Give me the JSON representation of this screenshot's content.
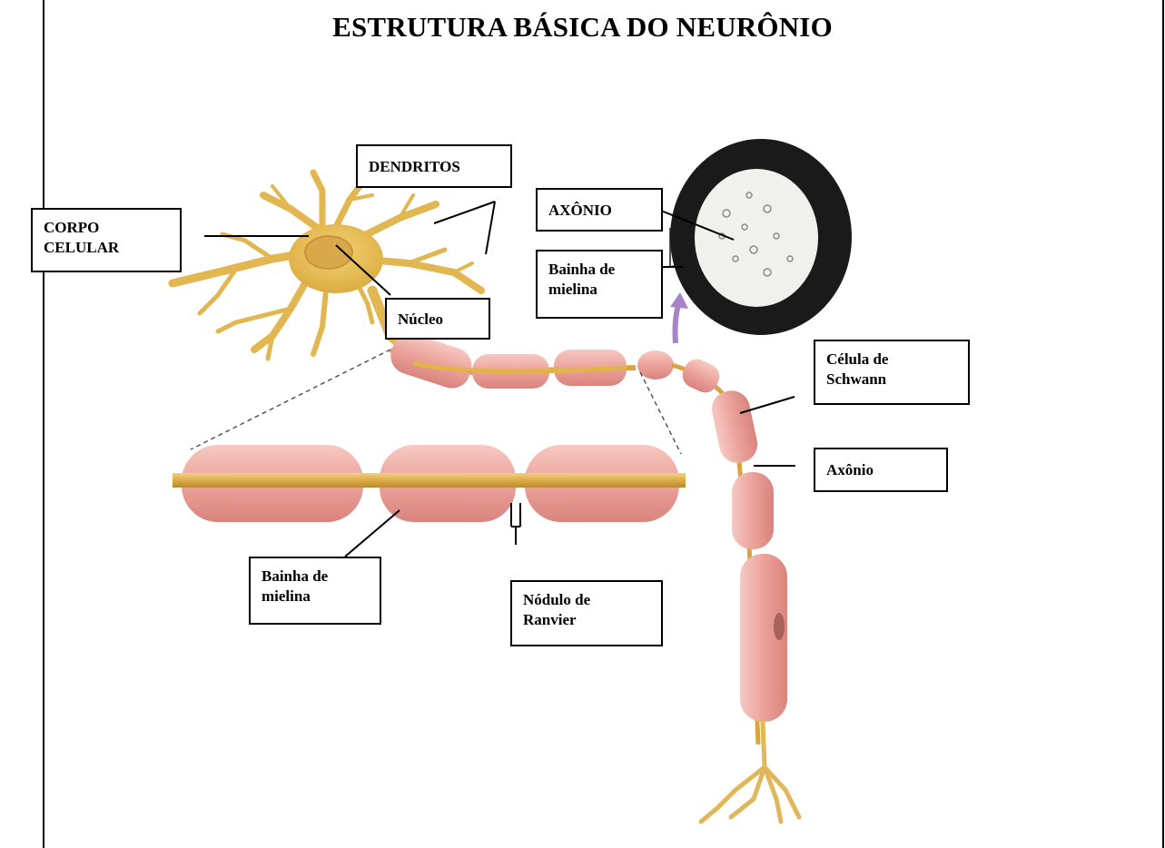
{
  "title": "ESTRUTURA BÁSICA DO NEURÔNIO",
  "labels": {
    "corpo_celular": [
      "CORPO",
      "CELULAR"
    ],
    "dendritos": "DENDRITOS",
    "axonio_top": "AXÔNIO",
    "bainha_top": [
      "Bainha de",
      "mielina"
    ],
    "nucleo": "Núcleo",
    "celula_schwann": [
      "Célula de",
      "Schwann"
    ],
    "axonio_right": "Axônio",
    "bainha_bottom": [
      "Bainha de",
      "mielina"
    ],
    "nodulo_ranvier": [
      "Nódulo de",
      "Ranvier"
    ]
  },
  "colors": {
    "cell_body": "#e9bf55",
    "myelin": "#eda7a1",
    "axon": "#d8a640",
    "cross_section_dark": "#1a1a1a"
  }
}
